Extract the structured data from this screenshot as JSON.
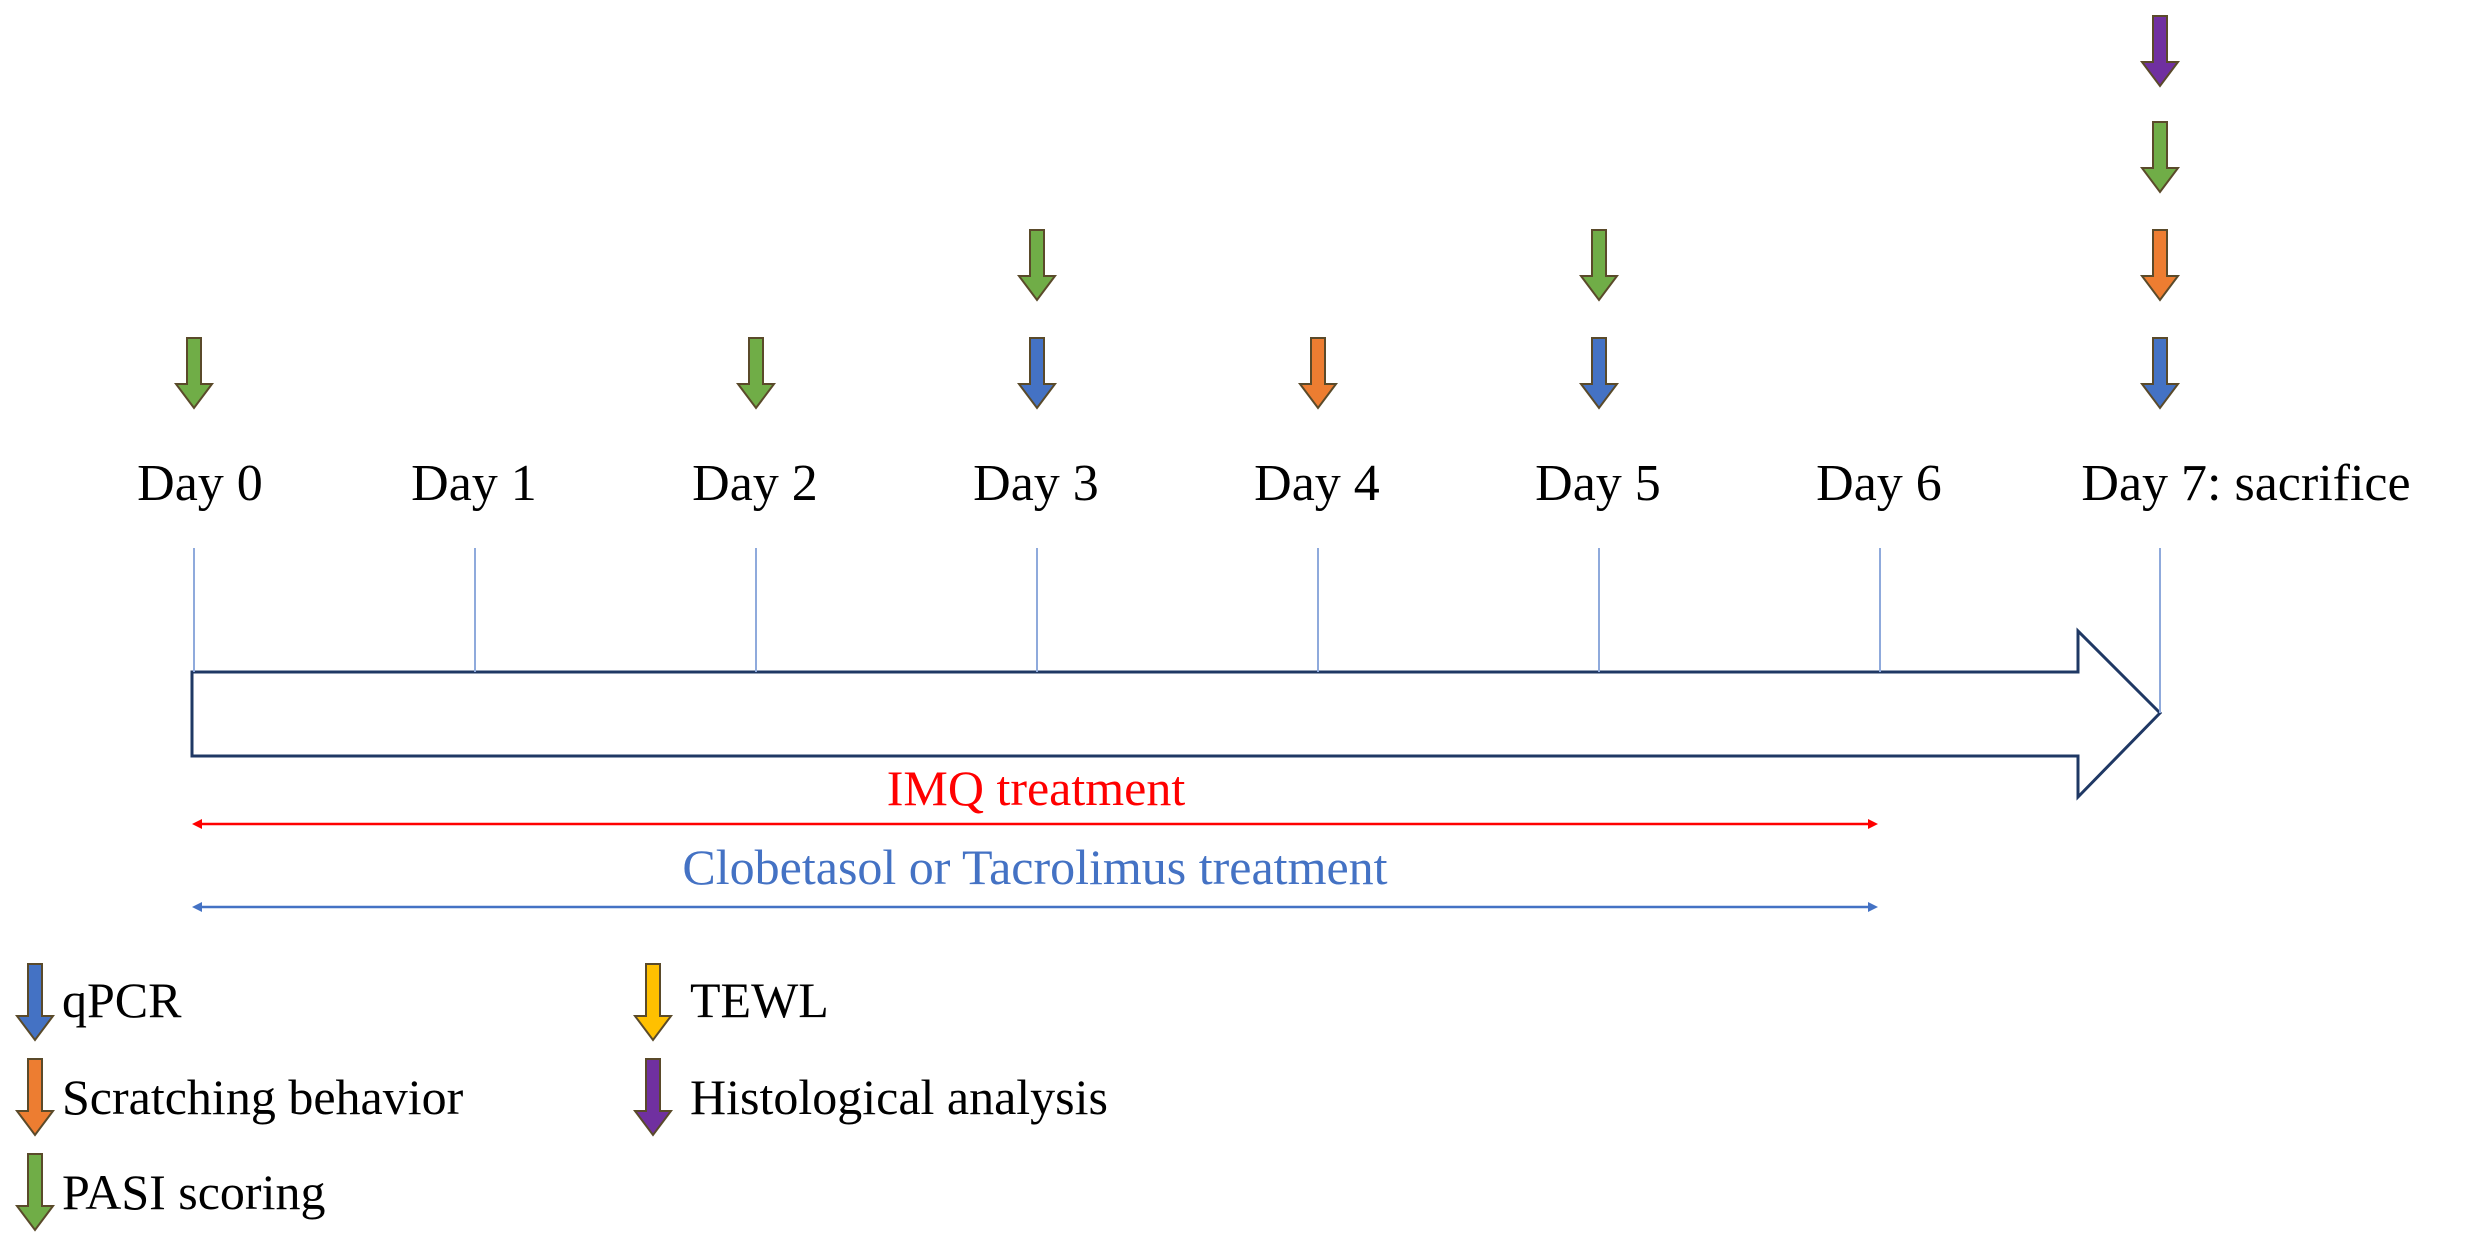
{
  "timeline": {
    "days": [
      {
        "label": "Day 0",
        "markers": [
          "pasi"
        ]
      },
      {
        "label": "Day 1",
        "markers": []
      },
      {
        "label": "Day 2",
        "markers": [
          "pasi"
        ]
      },
      {
        "label": "Day 3",
        "markers": [
          "qpcr",
          "pasi"
        ]
      },
      {
        "label": "Day 4",
        "markers": [
          "scratching"
        ]
      },
      {
        "label": "Day 5",
        "markers": [
          "qpcr",
          "pasi"
        ]
      },
      {
        "label": "Day 6",
        "markers": []
      },
      {
        "label": "Day 7: sacrifice",
        "markers": [
          "qpcr",
          "scratching",
          "pasi",
          "histology"
        ]
      }
    ]
  },
  "treatments": [
    {
      "label": "IMQ treatment",
      "color": "#ff0000",
      "from_day": 0,
      "to_day": 6
    },
    {
      "label": "Clobetasol or Tacrolimus treatment",
      "color": "#4472c4",
      "from_day": 0,
      "to_day": 6
    }
  ],
  "legend": [
    {
      "key": "qpcr",
      "label": "qPCR",
      "color": "#4472c4"
    },
    {
      "key": "scratching",
      "label": "Scratching behavior",
      "color": "#ed7d31"
    },
    {
      "key": "pasi",
      "label": "PASI scoring",
      "color": "#70ad47"
    },
    {
      "key": "tewl",
      "label": "TEWL",
      "color": "#ffc000"
    },
    {
      "key": "histology",
      "label": "Histological analysis",
      "color": "#7030a0"
    }
  ],
  "colors": {
    "arrow_outline": "#1f3864",
    "tick_line": "#8faadc",
    "marker_outline": "#5a4a2a"
  }
}
